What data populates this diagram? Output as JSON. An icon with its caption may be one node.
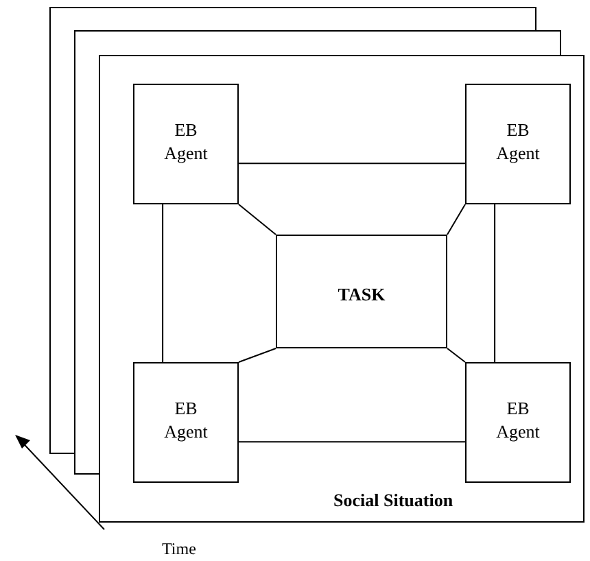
{
  "diagram": {
    "nodes": [
      {
        "text": [
          "Social Situation"
        ]
      },
      {
        "text": [
          "EB Agent"
        ],
        "in": 0
      },
      {
        "text": [
          "EB Agent"
        ],
        "in": 0
      },
      {
        "text": [
          "TASK"
        ],
        "in": 0
      },
      {
        "text": [
          "EB Agent"
        ],
        "in": 0
      },
      {
        "text": [
          "EB Agent"
        ],
        "in": 0
      }
    ],
    "edges": [
      {
        "from": 1,
        "to": 2,
        "arrow": "none"
      },
      {
        "from": 1,
        "to": 4,
        "arrow": "none"
      },
      {
        "from": 2,
        "to": 5,
        "arrow": "none"
      },
      {
        "from": 4,
        "to": 5,
        "arrow": "none"
      },
      {
        "from": 1,
        "to": 3,
        "arrow": "none"
      },
      {
        "from": 2,
        "to": 3,
        "arrow": "none"
      },
      {
        "from": 4,
        "to": 3,
        "arrow": "none"
      },
      {
        "from": 5,
        "to": 3,
        "arrow": "none"
      }
    ],
    "labels": [
      "Time"
    ]
  }
}
